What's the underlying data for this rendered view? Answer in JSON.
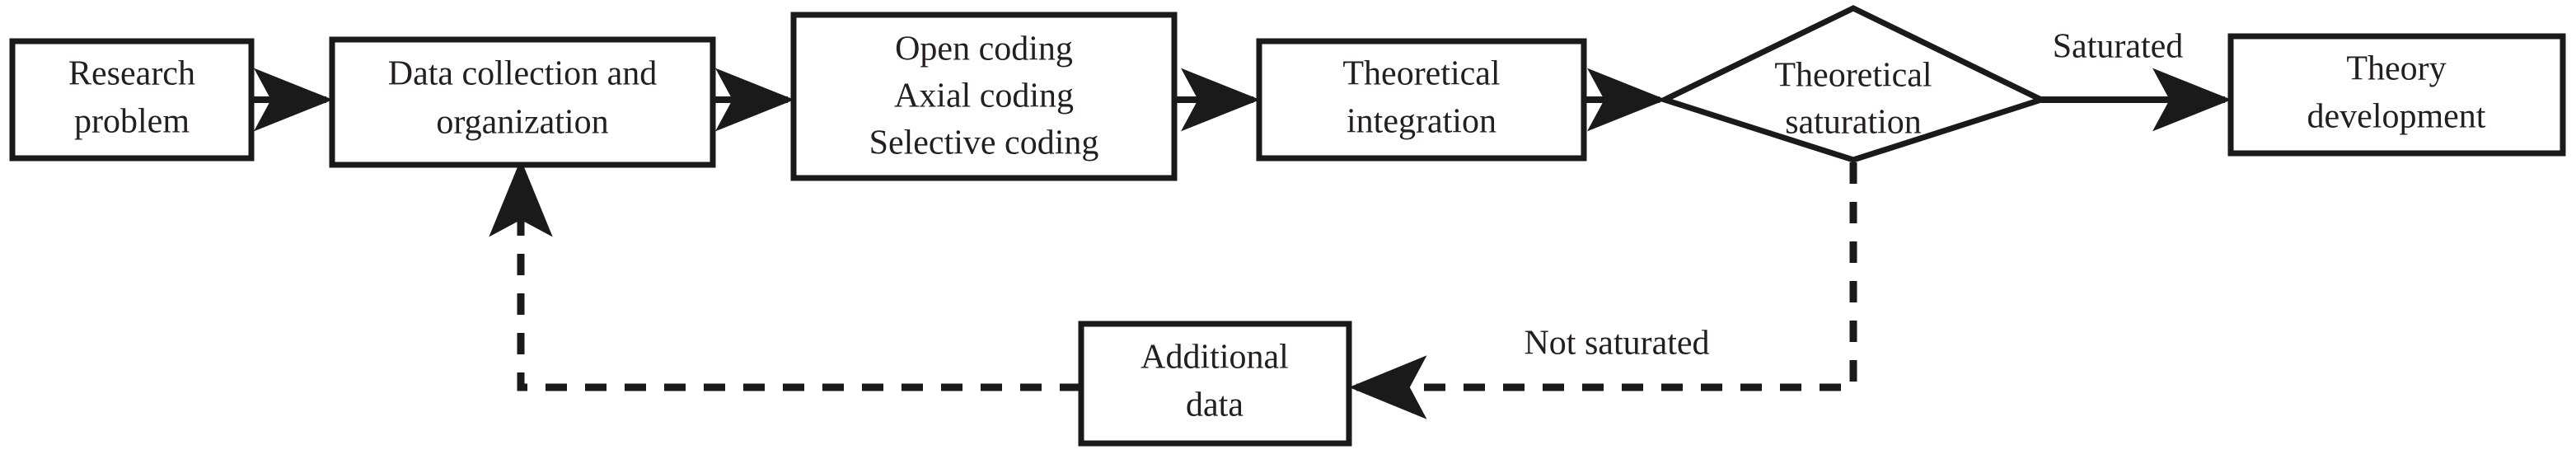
{
  "diagram": {
    "title": "Grounded theory research process flowchart",
    "colors": {
      "stroke": "#1a1a1a",
      "text": "#231f20",
      "background": "#ffffff"
    },
    "nodes": [
      {
        "id": "research-problem",
        "shape": "rectangle",
        "lines": [
          "Research",
          "problem"
        ],
        "line1": "Research",
        "line2": "problem"
      },
      {
        "id": "data-collection",
        "shape": "rectangle",
        "lines": [
          "Data collection and",
          "organization"
        ],
        "line1": "Data collection and",
        "line2": "organization"
      },
      {
        "id": "coding",
        "shape": "rectangle",
        "lines": [
          "Open coding",
          "Axial coding",
          "Selective coding"
        ],
        "line1": "Open coding",
        "line2": "Axial coding",
        "line3": "Selective coding"
      },
      {
        "id": "theoretical-integration",
        "shape": "rectangle",
        "lines": [
          "Theoretical",
          "integration"
        ],
        "line1": "Theoretical",
        "line2": "integration"
      },
      {
        "id": "theoretical-saturation",
        "shape": "diamond",
        "lines": [
          "Theoretical",
          "saturation"
        ],
        "line1": "Theoretical",
        "line2": "saturation"
      },
      {
        "id": "theory-development",
        "shape": "rectangle",
        "lines": [
          "Theory",
          "development"
        ],
        "line1": "Theory",
        "line2": "development"
      },
      {
        "id": "additional-data",
        "shape": "rectangle",
        "lines": [
          "Additional",
          "data"
        ],
        "line1": "Additional",
        "line2": "data"
      }
    ],
    "edge_labels": {
      "saturated": "Saturated",
      "not_saturated": "Not saturated"
    },
    "edges": [
      {
        "from": "research-problem",
        "to": "data-collection",
        "style": "solid",
        "label": ""
      },
      {
        "from": "data-collection",
        "to": "coding",
        "style": "solid",
        "label": ""
      },
      {
        "from": "coding",
        "to": "theoretical-integration",
        "style": "solid",
        "label": ""
      },
      {
        "from": "theoretical-integration",
        "to": "theoretical-saturation",
        "style": "solid",
        "label": ""
      },
      {
        "from": "theoretical-saturation",
        "to": "theory-development",
        "style": "solid",
        "label": "Saturated"
      },
      {
        "from": "theoretical-saturation",
        "to": "additional-data",
        "style": "dashed",
        "label": "Not saturated"
      },
      {
        "from": "additional-data",
        "to": "data-collection",
        "style": "dashed",
        "label": ""
      }
    ]
  }
}
